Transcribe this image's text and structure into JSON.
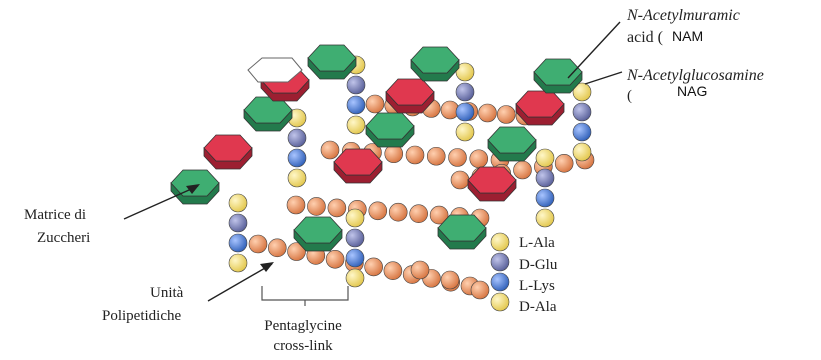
{
  "colors": {
    "nam": "#3fae72",
    "nam_dark": "#237a4c",
    "nag": "#e0384f",
    "nag_dark": "#9c1f31",
    "bead_yellow": "#f5e27a",
    "bead_blue": "#4d7fd6",
    "bead_slate": "#7b82b8",
    "glycine": "#f0a070",
    "glycine_dark": "#c56a3c"
  },
  "labels": {
    "nam_full_line1": "N-Acetylmuramic",
    "nam_full_line2": "acid (",
    "nam_abbr": "NAM",
    "nag_full_line1": "N-Acetylglucosamine",
    "nag_full_line2": "(",
    "nag_abbr": "NAG",
    "sugar_matrix_line1": "Matrice di",
    "sugar_matrix_line2": "Zuccheri",
    "peptide_units_line1": "Unità",
    "peptide_units_line2": "Polipetidiche",
    "crosslink_line1": "Pentaglycine",
    "crosslink_line2": "cross-link"
  },
  "peptide": {
    "residues": [
      "L-Ala",
      "D-Glu",
      "L-Lys",
      "D-Ala"
    ]
  }
}
